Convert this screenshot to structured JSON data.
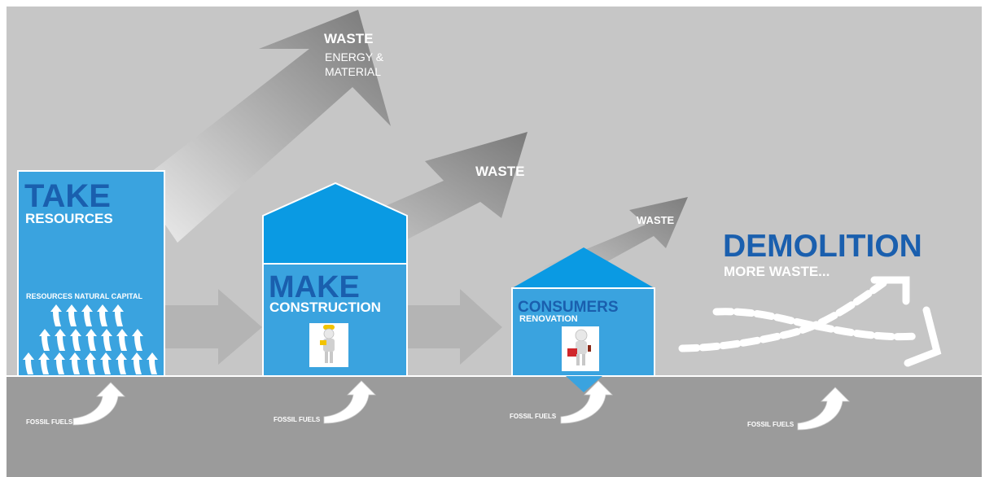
{
  "colors": {
    "sky": "#c6c6c6",
    "ground": "#9b9b9b",
    "box_blue": "#3aa3df",
    "roof_blue": "#0a9ae3",
    "title_blue": "#1a5fae",
    "white": "#ffffff"
  },
  "take": {
    "title": "TAKE",
    "subtitle": "RESOURCES",
    "caption": "RESOURCES NATURAL CAPITAL"
  },
  "make": {
    "title": "MAKE",
    "subtitle": "CONSTRUCTION",
    "icon": "construction-worker-icon"
  },
  "consumers": {
    "title": "CONSUMERS",
    "subtitle": "RENOVATION",
    "icon": "repair-person-icon"
  },
  "demolition": {
    "title": "DEMOLITION",
    "subtitle": "MORE WASTE..."
  },
  "waste_labels": {
    "big_title": "WASTE",
    "big_line1": "ENERGY &",
    "big_line2": "MATERIAL",
    "middle": "WASTE",
    "small": "WASTE"
  },
  "fossil_fuels": [
    "FOSSIL FUELS",
    "FOSSIL FUELS",
    "FOSSIL FUELS",
    "FOSSIL FUELS"
  ]
}
